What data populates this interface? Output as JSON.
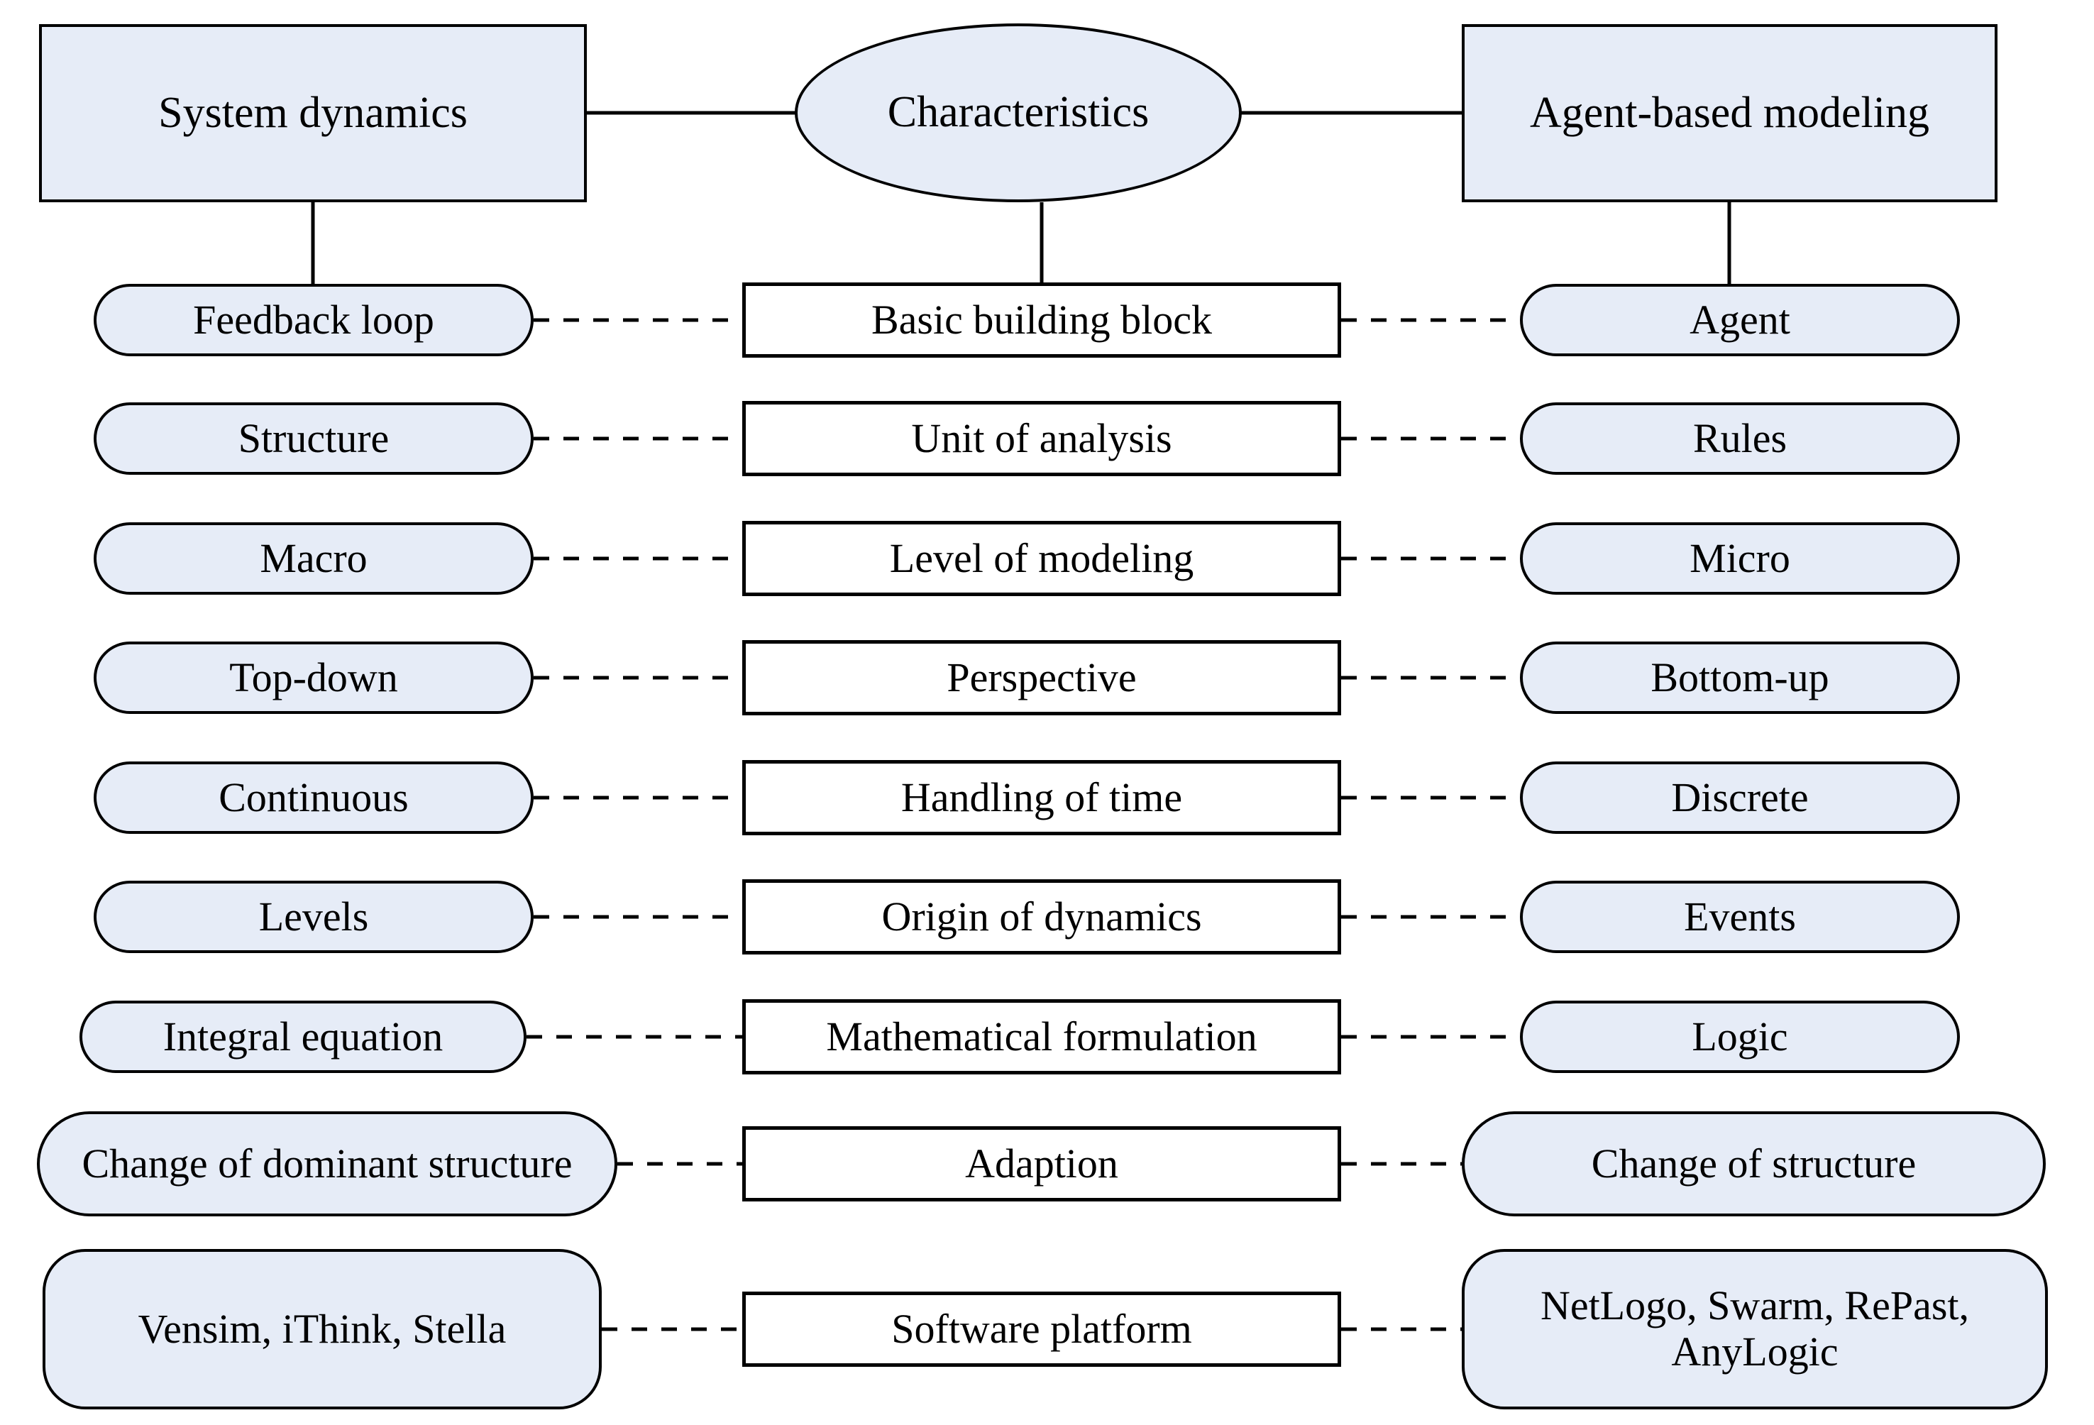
{
  "diagram": {
    "title_hint": "Comparison of System dynamics and Agent-based modeling",
    "colors": {
      "node_fill": "#e6ecf7",
      "mid_fill": "#ffffff",
      "stroke": "#000000",
      "background": "#ffffff"
    },
    "header": {
      "left": "System dynamics",
      "center": "Characteristics",
      "right": "Agent-based modeling"
    },
    "rows": [
      {
        "characteristic": "Basic building block",
        "sd": "Feedback loop",
        "abm": "Agent"
      },
      {
        "characteristic": "Unit of analysis",
        "sd": "Structure",
        "abm": "Rules"
      },
      {
        "characteristic": "Level of modeling",
        "sd": "Macro",
        "abm": "Micro"
      },
      {
        "characteristic": "Perspective",
        "sd": "Top-down",
        "abm": "Bottom-up"
      },
      {
        "characteristic": "Handling of time",
        "sd": "Continuous",
        "abm": "Discrete"
      },
      {
        "characteristic": "Origin of dynamics",
        "sd": "Levels",
        "abm": "Events"
      },
      {
        "characteristic": "Mathematical formulation",
        "sd": "Integral equation",
        "abm": "Logic"
      },
      {
        "characteristic": "Adaption",
        "sd": "Change of dominant structure",
        "abm": "Change of structure"
      },
      {
        "characteristic": "Software platform",
        "sd": "Vensim, iThink, Stella",
        "abm": "NetLogo, Swarm,  RePast, AnyLogic"
      }
    ]
  }
}
